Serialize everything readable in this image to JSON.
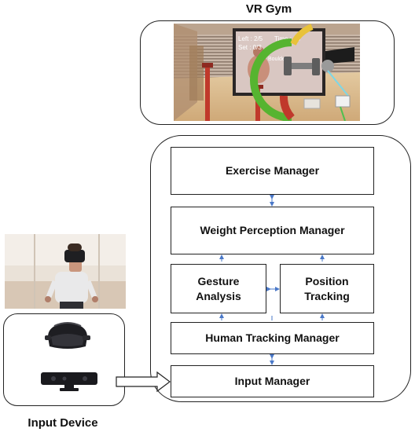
{
  "vr_gym": {
    "title": "VR Gym",
    "hud": {
      "left": "Left : 2/5",
      "time": "Time : 15",
      "set": "Set : 0/3",
      "label": "Boulder"
    }
  },
  "system": {
    "exercise_manager": "Exercise Manager",
    "weight_perception_manager": "Weight Perception Manager",
    "gesture_analysis": "Gesture Analysis",
    "position_tracking": "Position Tracking",
    "human_tracking_manager": "Human Tracking Manager",
    "input_manager": "Input Manager"
  },
  "input_device": {
    "title": "Input Device"
  },
  "colors": {
    "arrow": "#4a78c8",
    "border": "#222222",
    "arrow_outline": "#222222"
  },
  "icons": [
    "vr-headset-icon",
    "depth-sensor-icon",
    "user-photo",
    "vr-gym-screenshot"
  ]
}
